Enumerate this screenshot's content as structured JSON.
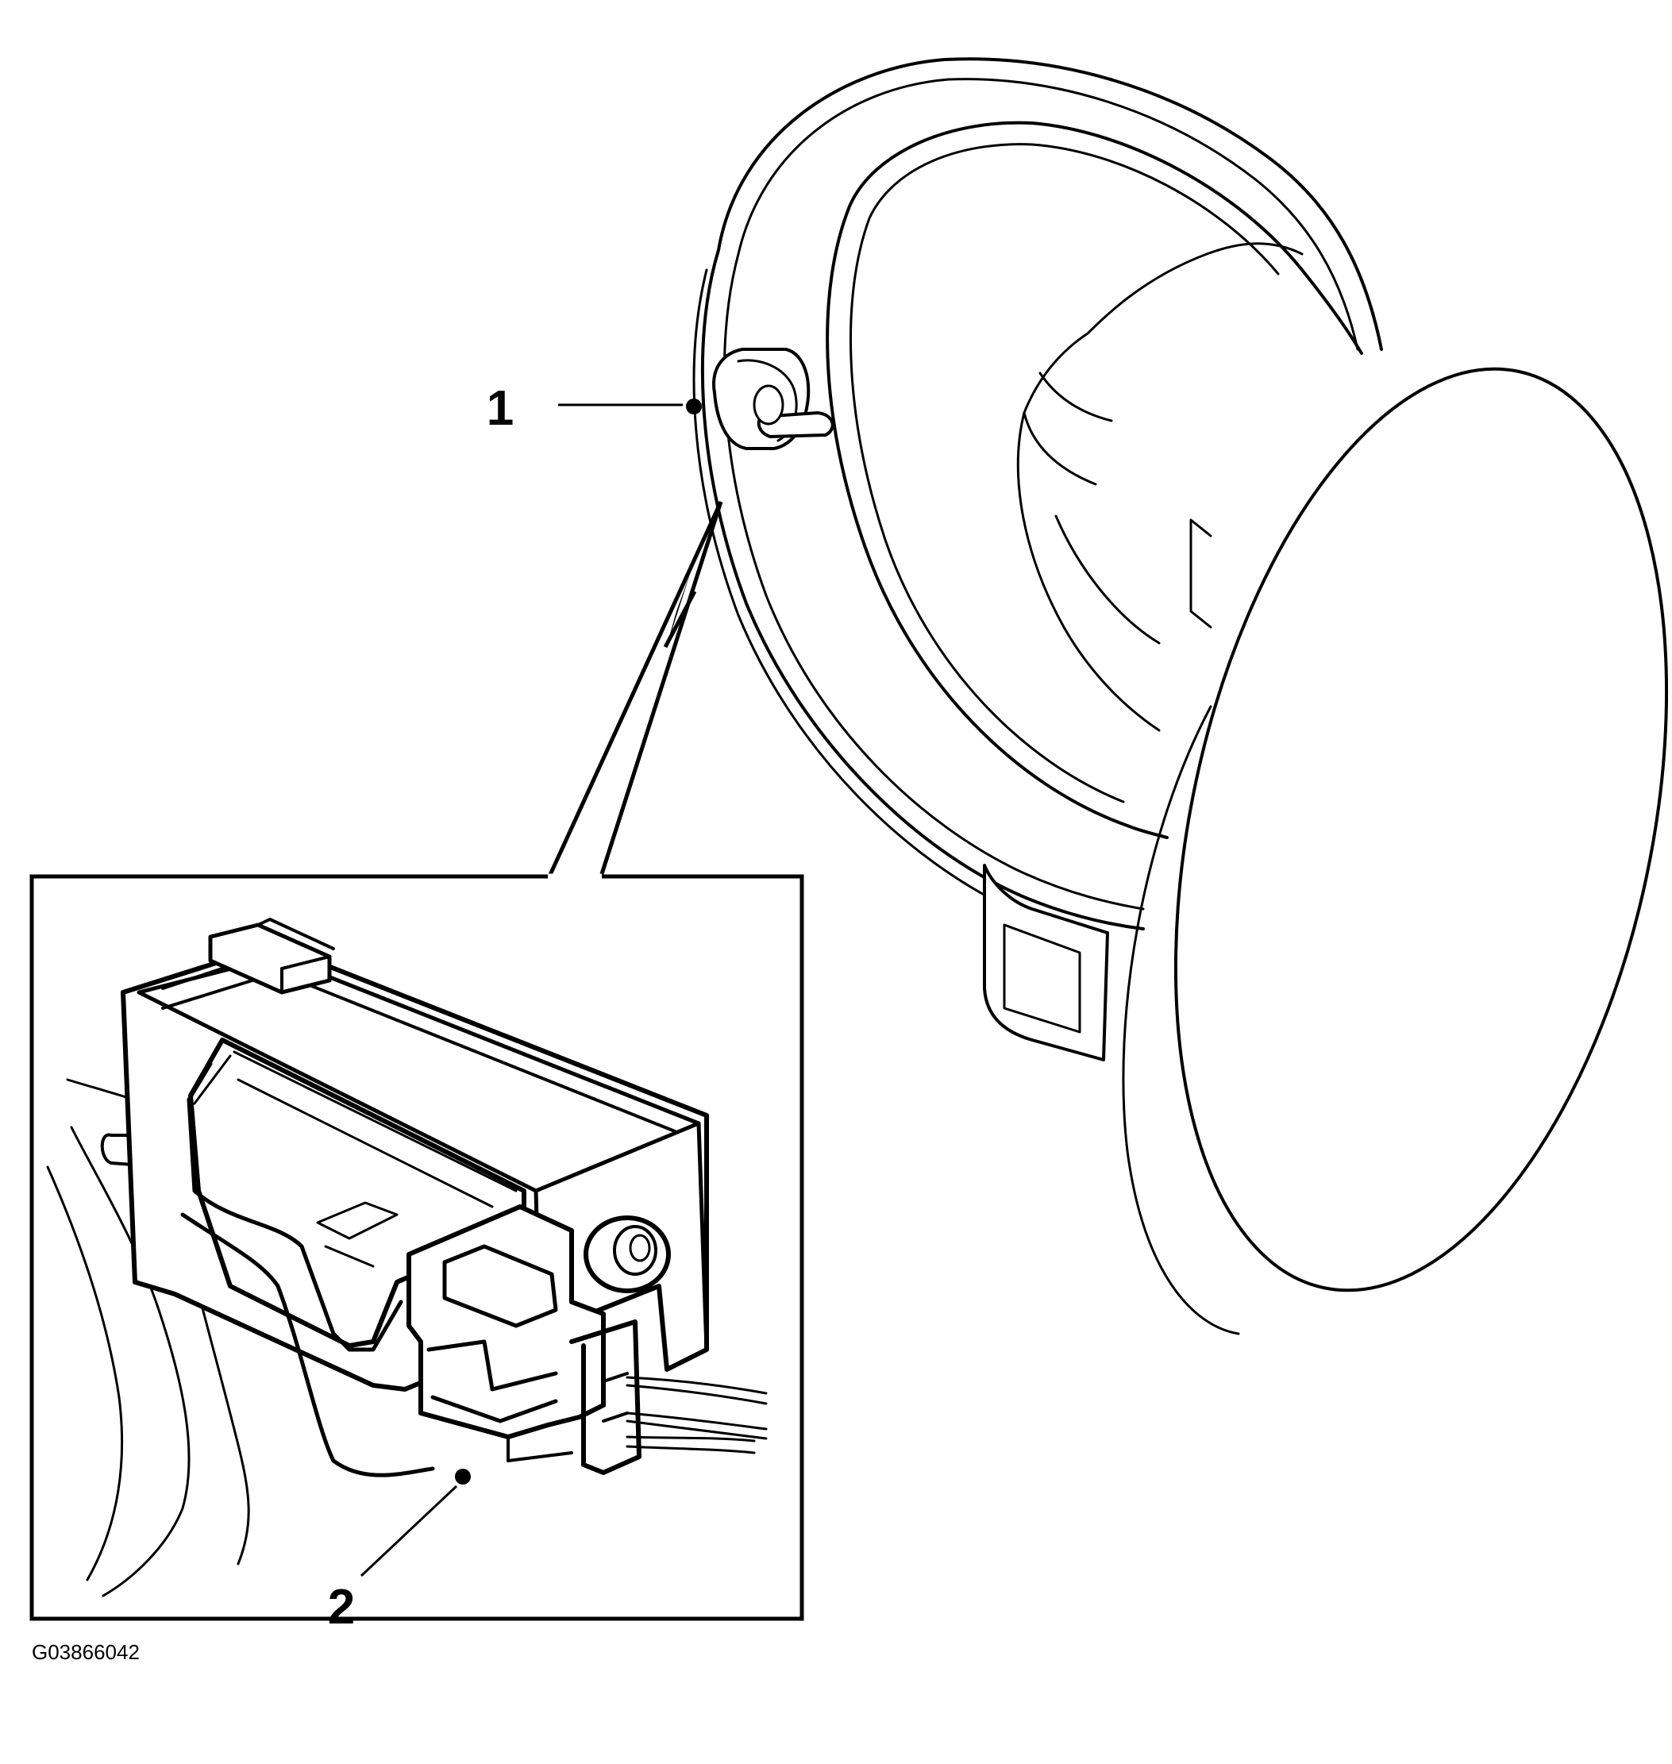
{
  "callouts": [
    {
      "number": "1",
      "part": "horn-mounting-stud"
    },
    {
      "number": "2",
      "part": "horn-electrical-connector"
    }
  ],
  "figure_id": "G03866042",
  "colors": {
    "line": "#000000",
    "background": "#ffffff"
  }
}
